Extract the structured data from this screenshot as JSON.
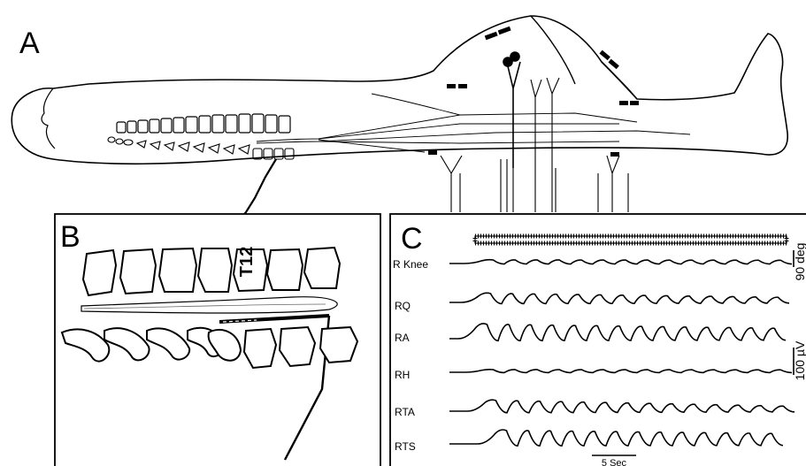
{
  "panels": {
    "a": {
      "letter": "A"
    },
    "b": {
      "letter": "B",
      "vertebra_label": "T12"
    },
    "c": {
      "letter": "C"
    }
  },
  "traces": [
    {
      "label": "R Knee"
    },
    {
      "label": "RQ"
    },
    {
      "label": "RA"
    },
    {
      "label": "RH"
    },
    {
      "label": "RTA"
    },
    {
      "label": "RTS"
    }
  ],
  "scale_bars": {
    "angle": "90 deg",
    "emg": "100 µV",
    "time": "5 Sec"
  }
}
